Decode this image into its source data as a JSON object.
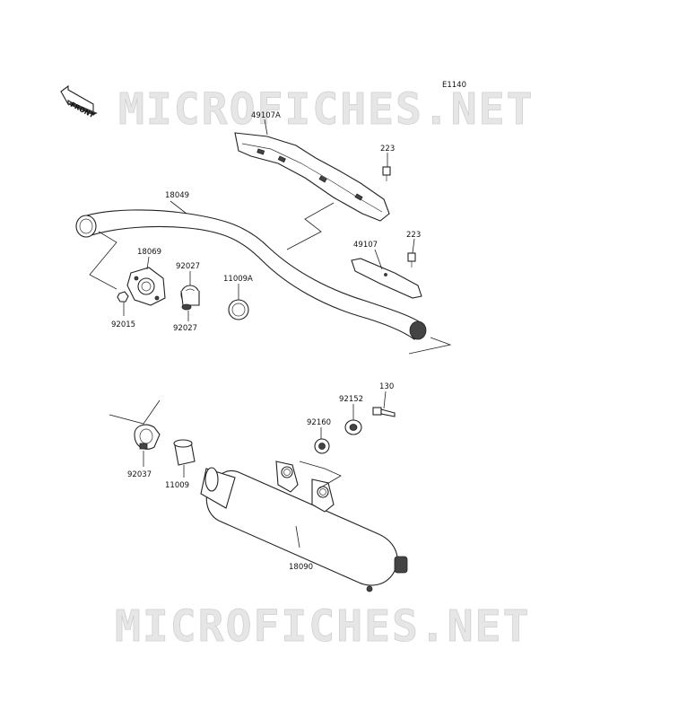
{
  "diagram_code": "E1140",
  "front_label": "FRONT",
  "watermark_text": "MICROFICHES.NET",
  "parts": {
    "heat_guard_a": "49107A",
    "bolt_top": "223",
    "exhaust_pipe": "18049",
    "heat_guard": "49107",
    "bolt_guard": "223",
    "flange": "18069",
    "nut_flange": "92015",
    "collar_upper": "92027",
    "collar_lower": "92027",
    "gasket_a": "11009A",
    "bolt_muffler": "130",
    "collar_muffler": "92152",
    "damper": "92160",
    "clamp": "92037",
    "gasket": "11009",
    "muffler": "18090"
  }
}
